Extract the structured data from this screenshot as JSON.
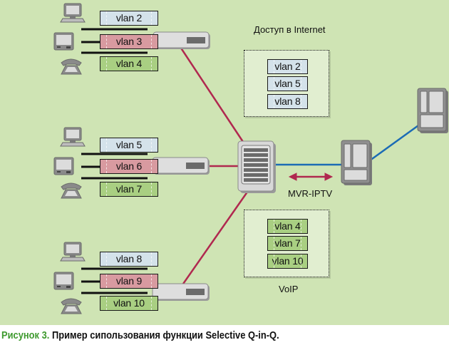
{
  "colors": {
    "background": "#cfe4b4",
    "link_red": "#b0284f",
    "link_blue": "#1b6bb5",
    "vlan_blue": "#d4e2ea",
    "vlan_red": "#d89aa0",
    "vlan_green": "#a9cf82",
    "caption_accent": "#3f9a2f"
  },
  "client_groups": [
    {
      "devices": [
        "computer-icon",
        "tv-icon",
        "phone-icon"
      ],
      "vlans": [
        {
          "label": "vlan 2",
          "type": "data"
        },
        {
          "label": "vlan 3",
          "type": "video"
        },
        {
          "label": "vlan 4",
          "type": "voice"
        }
      ]
    },
    {
      "devices": [
        "computer-icon",
        "tv-icon",
        "phone-icon"
      ],
      "vlans": [
        {
          "label": "vlan 5",
          "type": "data"
        },
        {
          "label": "vlan 6",
          "type": "video"
        },
        {
          "label": "vlan 7",
          "type": "voice"
        }
      ]
    },
    {
      "devices": [
        "computer-icon",
        "tv-icon",
        "phone-icon"
      ],
      "vlans": [
        {
          "label": "vlan 8",
          "type": "data"
        },
        {
          "label": "vlan 9",
          "type": "video"
        },
        {
          "label": "vlan 10",
          "type": "voice"
        }
      ]
    }
  ],
  "internet_group": {
    "title": "Доступ в Internet",
    "vlans": [
      "vlan 2",
      "vlan 5",
      "vlan 8"
    ]
  },
  "voip_group": {
    "title": "VoIP",
    "vlans": [
      "vlan 4",
      "vlan 7",
      "vlan 10"
    ]
  },
  "mvr_label": "MVR-IPTV",
  "caption": {
    "figure": "Рисунок 3.",
    "text": "Пример сипользования функции Selective Q-in-Q."
  }
}
